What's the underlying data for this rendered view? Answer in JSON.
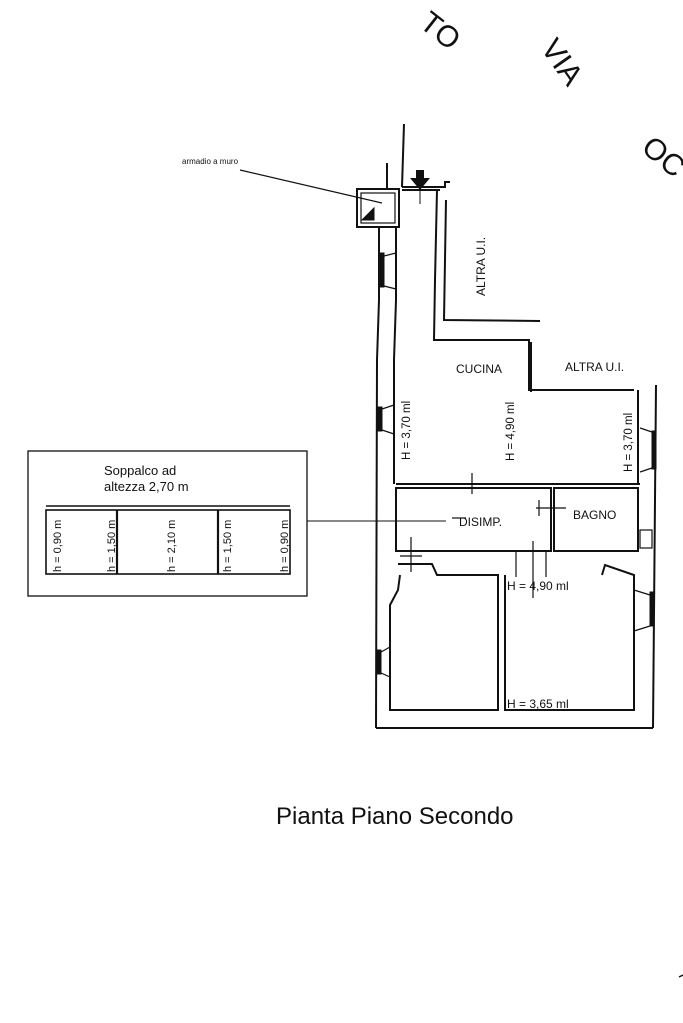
{
  "street": {
    "text_left": "TO",
    "text_mid": "VIA",
    "text_right": "OC"
  },
  "annotations": {
    "wardrobe": "armadio a muro"
  },
  "rooms": {
    "other_unit_top": "ALTRA U.I.",
    "other_unit_right": "ALTRA U.I.",
    "kitchen": "CUCINA",
    "hallway": "DISIMP.",
    "bathroom": "BAGNO"
  },
  "heights": {
    "kitchen_left": "H = 3,70 ml",
    "kitchen_center": "H = 4,90 ml",
    "kitchen_right": "H = 3,70 ml",
    "room_top": "H = 4,90 ml",
    "room_bottom": "H = 3,65 ml"
  },
  "mezzanine": {
    "title_line1": "Soppalco ad",
    "title_line2": "altezza 2,70 m",
    "sections": [
      "h = 0,90 m",
      "h = 1,50 m",
      "h = 2,10 m",
      "h = 1,50 m",
      "h = 0,90 m"
    ]
  },
  "caption": "Pianta Piano Secondo",
  "colors": {
    "ink": "#111111",
    "paper": "#ffffff"
  }
}
